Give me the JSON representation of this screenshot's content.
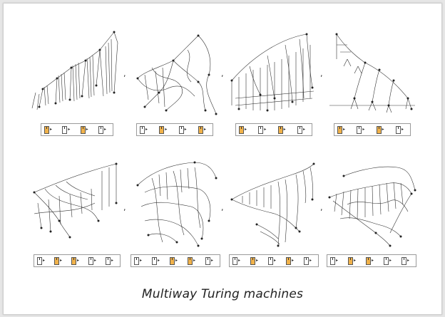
{
  "caption": "Multiway Turing machines",
  "separator": ",",
  "colors": {
    "accent": "#f1b24a",
    "line": "#333333",
    "border": "#9a9a9a"
  },
  "panels": [
    {
      "rules": [
        "o",
        "w",
        "o",
        "w"
      ]
    },
    {
      "rules": [
        "w",
        "o",
        "w",
        "o"
      ]
    },
    {
      "rules": [
        "o",
        "w",
        "o",
        "w"
      ]
    },
    {
      "rules": [
        "o",
        "w",
        "o",
        "w"
      ]
    },
    {
      "rules": [
        "w",
        "o",
        "o",
        "w",
        "w"
      ]
    },
    {
      "rules": [
        "w",
        "w",
        "o",
        "o",
        "w"
      ]
    },
    {
      "rules": [
        "w",
        "o",
        "w",
        "o",
        "w"
      ]
    },
    {
      "rules": [
        "w",
        "o",
        "o",
        "w",
        "w"
      ]
    }
  ]
}
